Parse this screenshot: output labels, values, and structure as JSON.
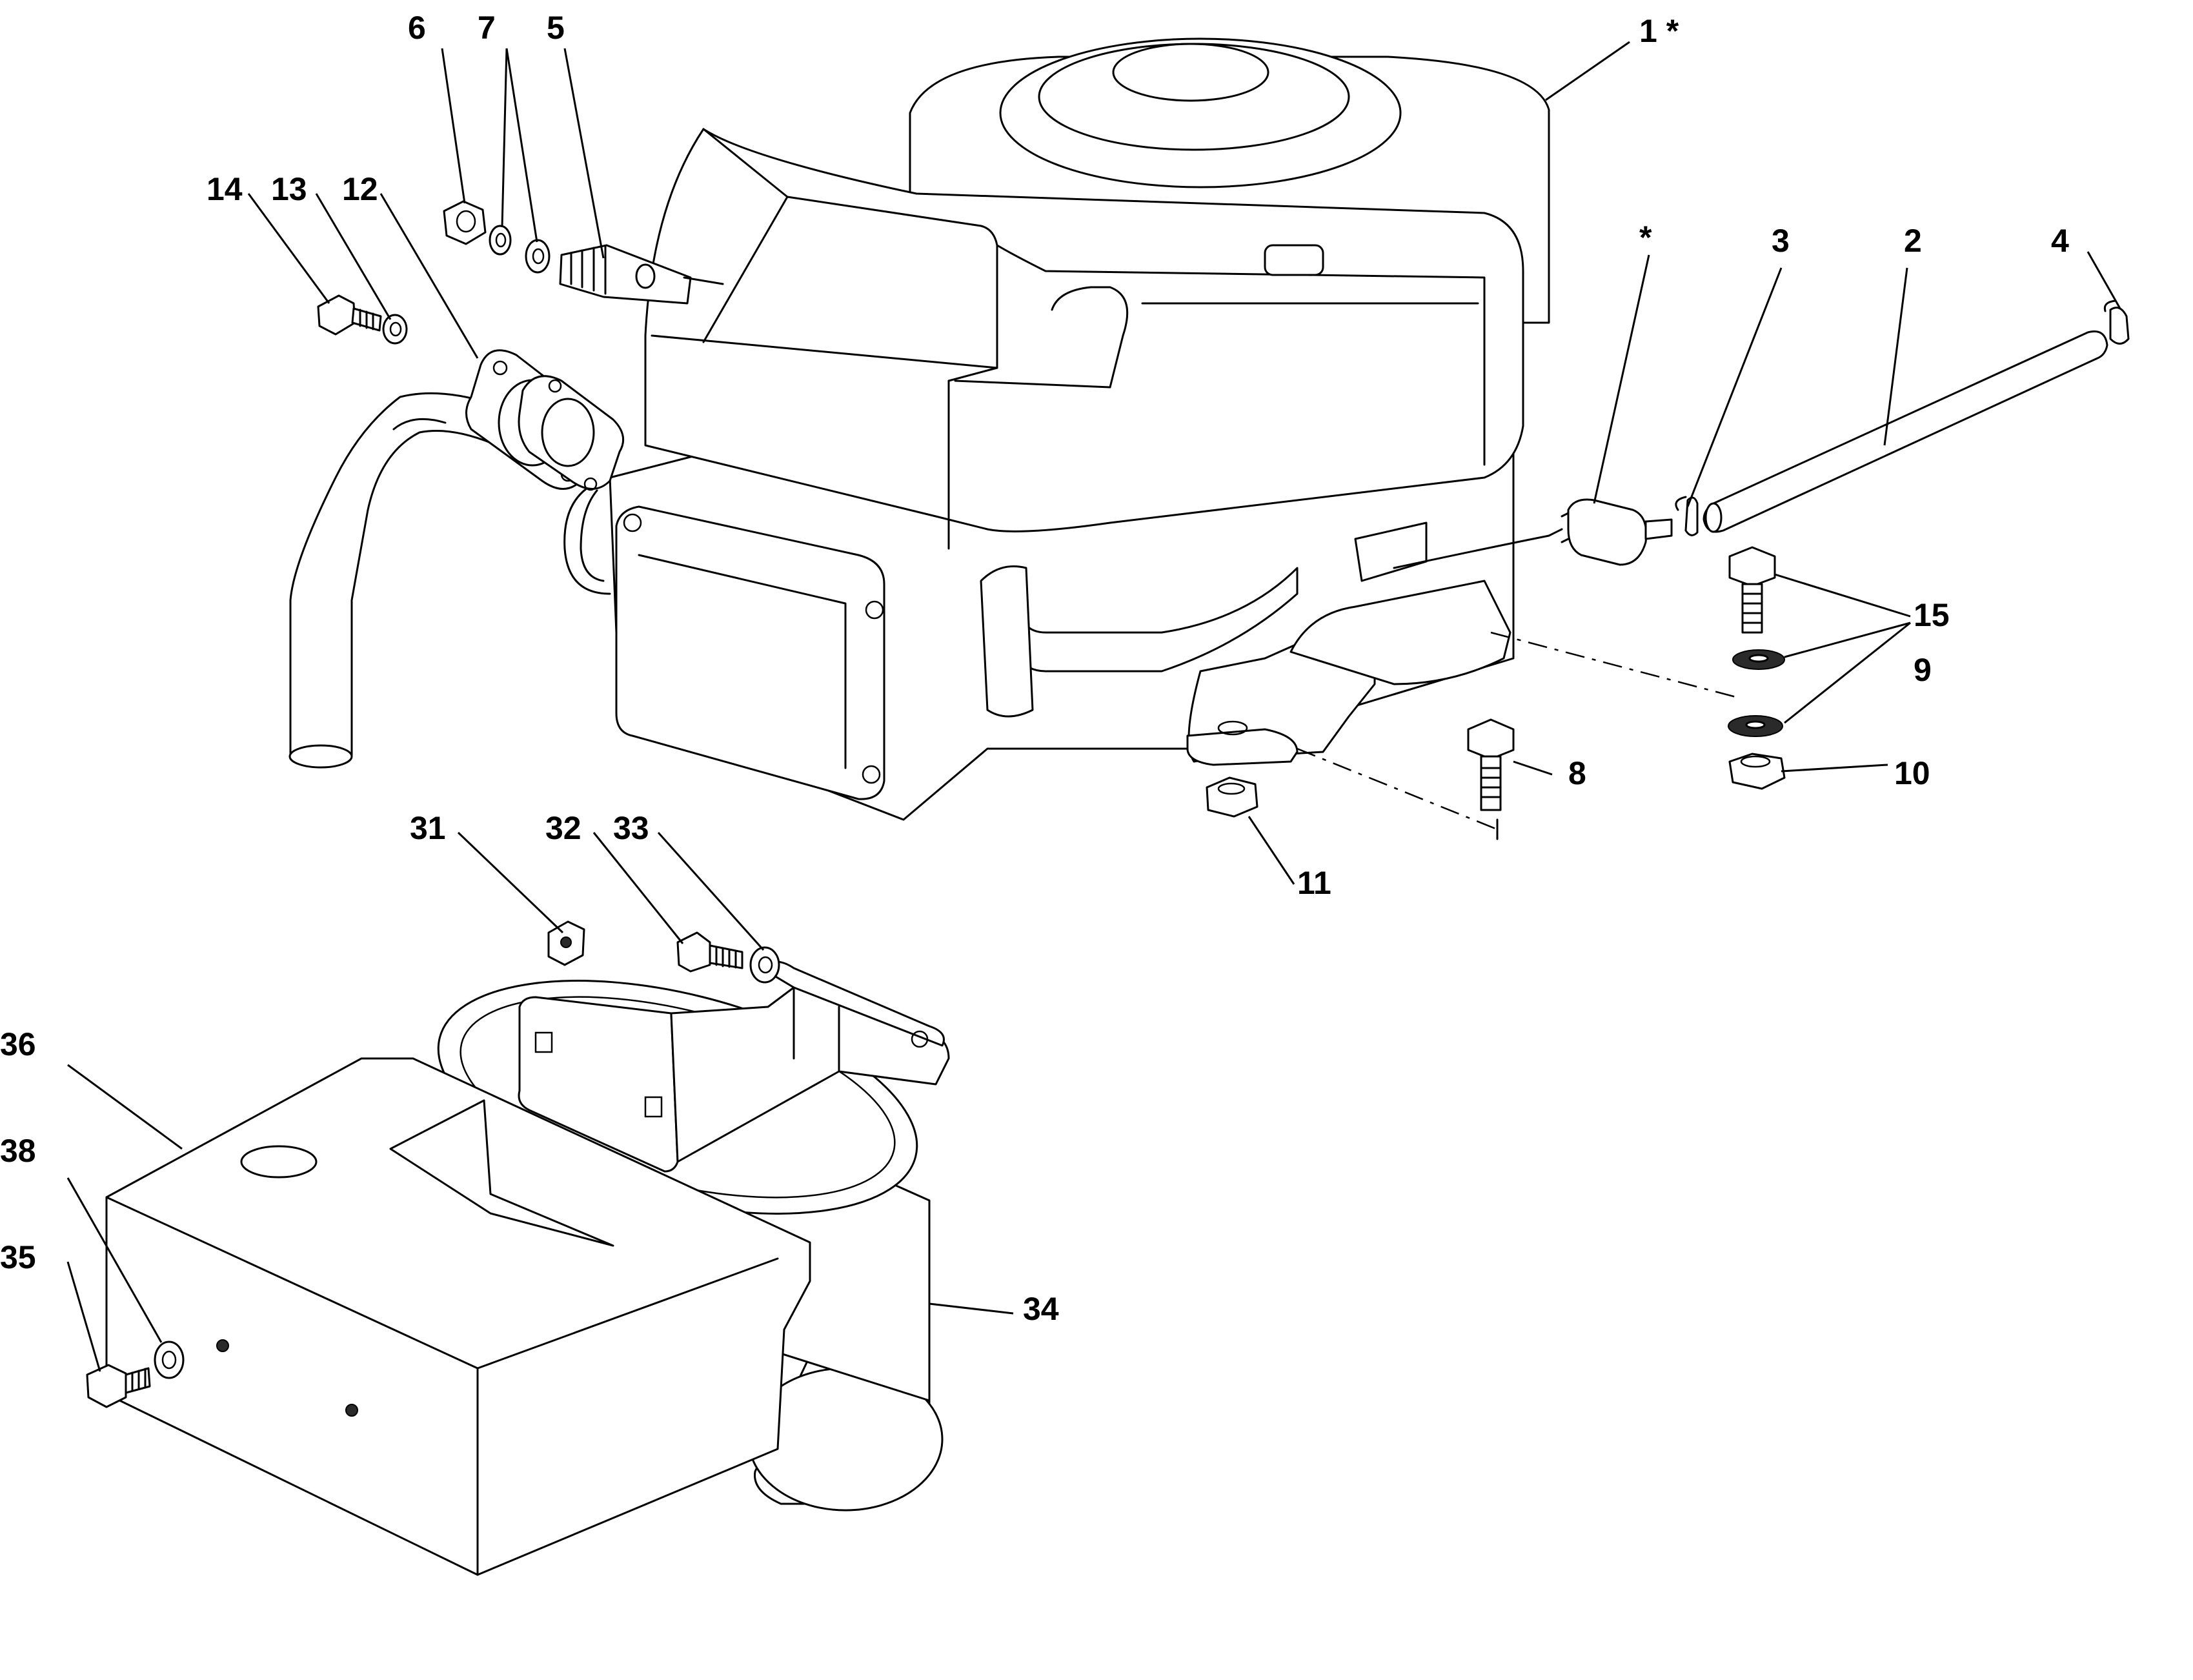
{
  "callouts": [
    {
      "id": "c1",
      "text": "1 *"
    },
    {
      "id": "c2",
      "text": "2"
    },
    {
      "id": "c3",
      "text": "3"
    },
    {
      "id": "c4",
      "text": "4"
    },
    {
      "id": "c5",
      "text": "5"
    },
    {
      "id": "c6",
      "text": "6"
    },
    {
      "id": "c7",
      "text": "7"
    },
    {
      "id": "c8",
      "text": "8"
    },
    {
      "id": "c9",
      "text": "9"
    },
    {
      "id": "c10",
      "text": "10"
    },
    {
      "id": "c11",
      "text": "11"
    },
    {
      "id": "c12",
      "text": "12"
    },
    {
      "id": "c13",
      "text": "13"
    },
    {
      "id": "c14",
      "text": "14"
    },
    {
      "id": "c15",
      "text": "15"
    },
    {
      "id": "cstar",
      "text": "*"
    },
    {
      "id": "c31",
      "text": "31"
    },
    {
      "id": "c32",
      "text": "32"
    },
    {
      "id": "c33",
      "text": "33"
    },
    {
      "id": "c34",
      "text": "34"
    },
    {
      "id": "c35",
      "text": "35"
    },
    {
      "id": "c36",
      "text": "36"
    },
    {
      "id": "c38",
      "text": "38"
    }
  ]
}
